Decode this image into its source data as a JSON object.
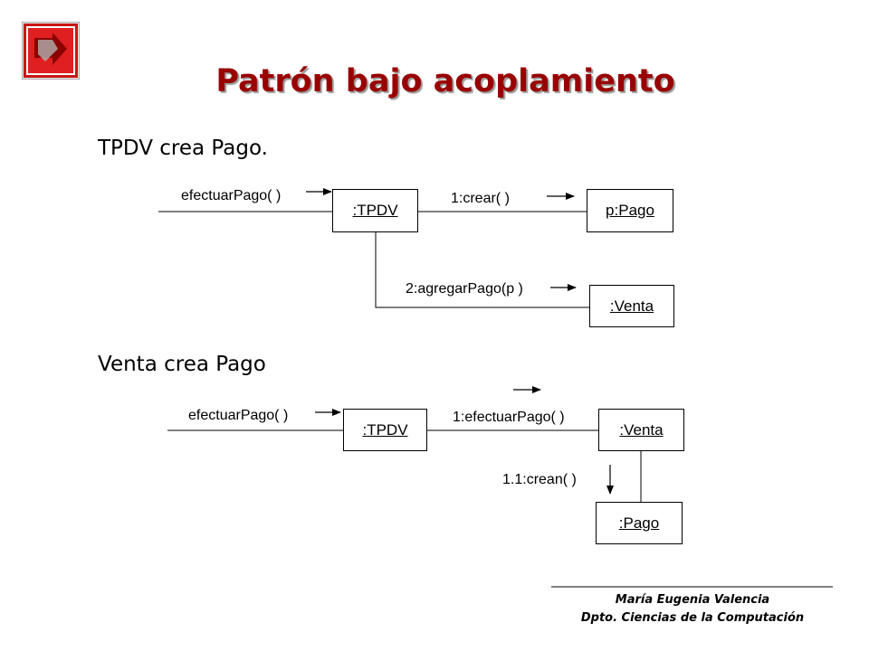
{
  "title": "Patrón bajo acoplamiento",
  "section1": {
    "heading": "TPDV crea Pago.",
    "message_in": "efectuarPago( )",
    "msg1": "1:crear( )",
    "msg2": "2:agregarPago(p )",
    "obj_tpdv": ":TPDV",
    "obj_pago": "p:Pago",
    "obj_venta": ":Venta"
  },
  "section2": {
    "heading": "Venta crea Pago",
    "message_in": "efectuarPago( )",
    "msg1": "1:efectuarPago( )",
    "msg2": "1.1:crean( )",
    "obj_tpdv": ":TPDV",
    "obj_venta": ":Venta",
    "obj_pago": ":Pago"
  },
  "footer": {
    "author": "María Eugenia Valencia",
    "department": "Dpto. Ciencias de la Computación"
  },
  "colors": {
    "title": "#990000",
    "logo_red": "#cc1111"
  }
}
